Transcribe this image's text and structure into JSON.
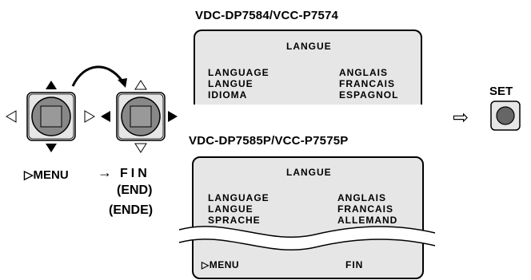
{
  "models": {
    "top": "VDC-DP7584/VCC-P7574",
    "bottom": "VDC-DP7585P/VCC-P7575P"
  },
  "screen_top": {
    "title": "LANGUE",
    "rows": [
      {
        "left": "LANGUAGE",
        "right": "ANGLAIS"
      },
      {
        "left": "LANGUE",
        "right": "FRANCAIS"
      },
      {
        "left": "IDIOMA",
        "right": "ESPAGNOL"
      }
    ]
  },
  "screen_bottom": {
    "title": "LANGUE",
    "rows": [
      {
        "left": "LANGUAGE",
        "right": "ANGLAIS"
      },
      {
        "left": "LANGUE",
        "right": "FRANCAIS"
      },
      {
        "left": "SPRACHE",
        "right": "ALLEMAND"
      }
    ],
    "footer_left": "▷MENU",
    "footer_right": "FIN"
  },
  "controls": {
    "menu_label": "▷MENU",
    "arrow_label": "→",
    "fin_label": "FIN",
    "end_label": "(END)",
    "ende_label": "(ENDE)",
    "set_label": "SET",
    "next_arrow": "⇨"
  },
  "icons": [
    "joystick-icon",
    "curved-arrow-icon",
    "set-button-icon",
    "hollow-right-arrow-icon"
  ]
}
